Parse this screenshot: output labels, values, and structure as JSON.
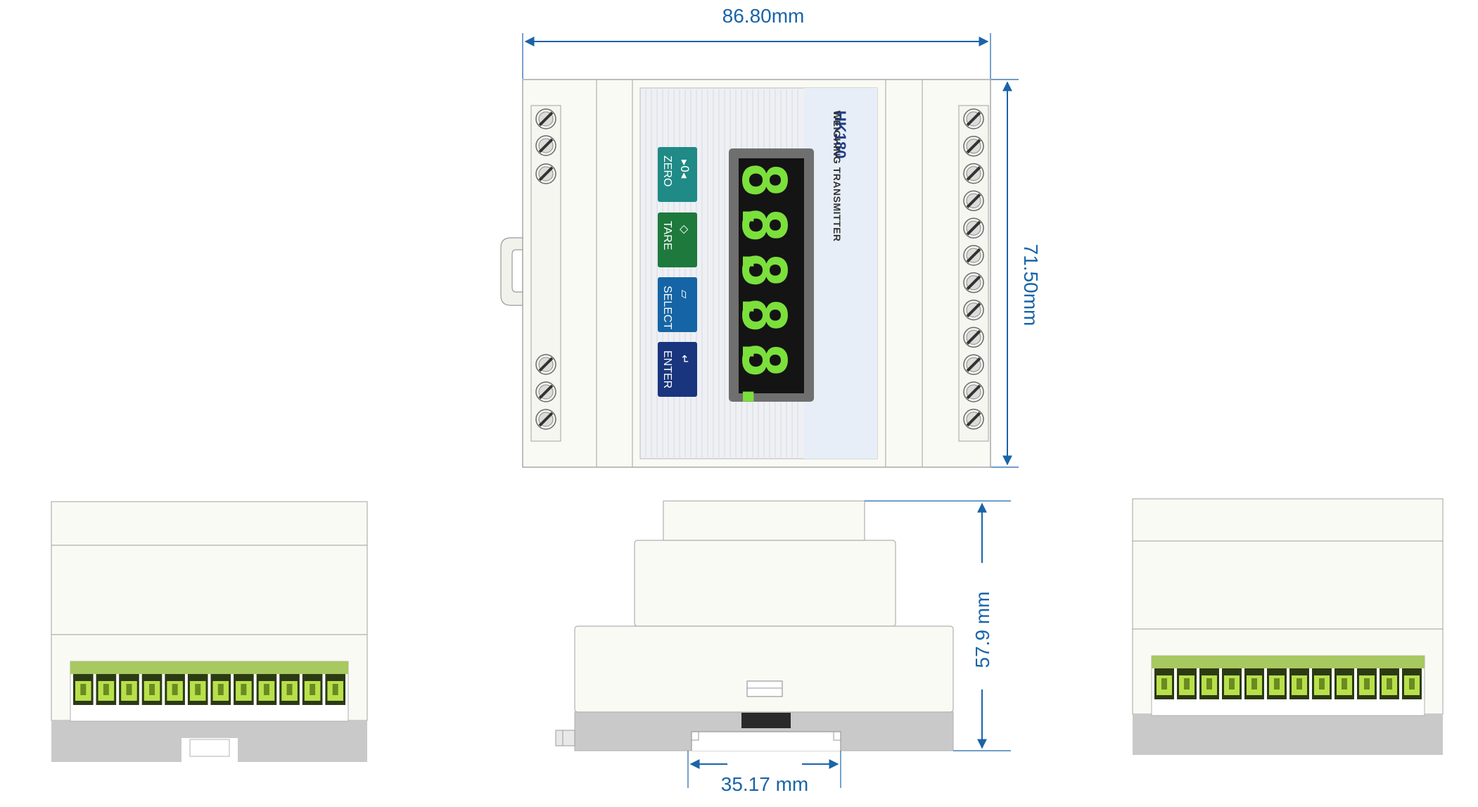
{
  "dimensions": {
    "width": "86.80mm",
    "height": "71.50mm",
    "depth": "57.9 mm",
    "rail": "35.17 mm"
  },
  "device": {
    "model": "HK180",
    "subtitle": "WEIGHING TRANSMITTER",
    "display_digits": "8.8.8.8.8."
  },
  "buttons": [
    {
      "label": "ZERO",
      "symbol": "▸0◂",
      "color": "#1f8a86"
    },
    {
      "label": "TARE",
      "symbol": "◇",
      "color": "#1d7a3c"
    },
    {
      "label": "SELECT",
      "symbol": "▱",
      "color": "#1565a6"
    },
    {
      "label": "ENTER",
      "symbol": "↵",
      "color": "#18357e"
    }
  ],
  "colors": {
    "dimension_line": "#1a64a8",
    "case": "#fafaf4",
    "terminal_block": "#9ac24a",
    "display_digit": "#7be03c"
  },
  "icons": [
    "screw-icon",
    "rail-clip-icon",
    "terminal-pin-icon"
  ]
}
